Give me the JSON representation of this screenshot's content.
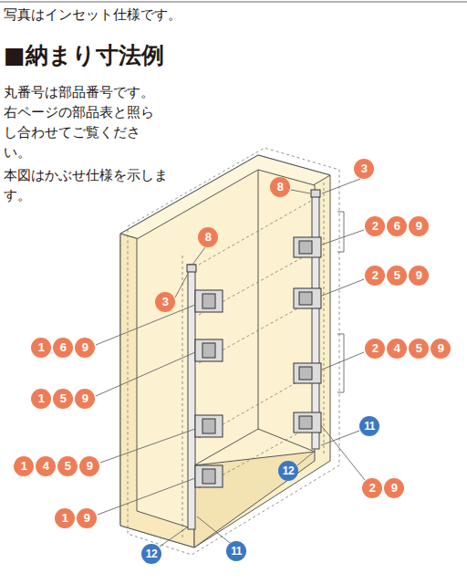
{
  "diagram": {
    "title": "■納まり寸法例",
    "labels": [
      "写真はインセット仕様です。",
      "丸番号は部品番号です。右ページの部品表と照らし合わせてご覧ください。",
      "本図はかぶせ仕様を示します。",
      "3",
      "8",
      "2",
      "6",
      "9",
      "8",
      "2",
      "5",
      "9",
      "3",
      "1",
      "6",
      "9",
      "2",
      "4",
      "5",
      "9",
      "1",
      "5",
      "9",
      "11",
      "1",
      "4",
      "5",
      "9",
      "12",
      "2",
      "9",
      "1",
      "9",
      "12",
      "11"
    ]
  }
}
